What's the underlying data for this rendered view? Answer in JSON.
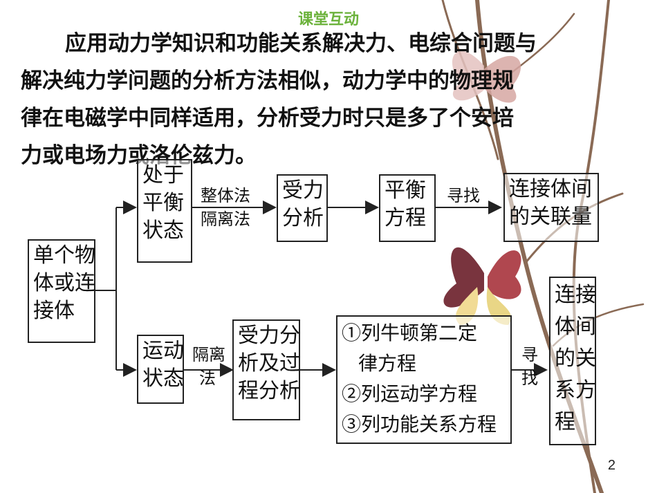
{
  "header": "课堂互动",
  "paragraph": [
    "应用动力学知识和功能关系解决力、电综合问题与",
    "解决纯力学问题的分析方法相似，动力学中的物理规",
    "律在电磁学中同样适用，分析受力时只是多了个安培",
    "力或电场力或洛伦兹力。"
  ],
  "flow": {
    "start": [
      "单个物",
      "体或连",
      "接体"
    ],
    "top": {
      "state": [
        "处于",
        "平衡",
        "状态"
      ],
      "method": [
        "整体法",
        "隔离法"
      ],
      "force": [
        "受力",
        "分析"
      ],
      "equation": [
        "平衡",
        "方程"
      ],
      "find": "寻找",
      "relation": [
        "连接体间",
        "的关联量"
      ]
    },
    "bottom": {
      "state": [
        "运动",
        "状态"
      ],
      "method": [
        "隔离",
        "法"
      ],
      "analysis": [
        "受力分",
        "析及过",
        "程分析"
      ],
      "equations": [
        "①列牛顿第二定",
        "律方程",
        "②列运动学方程",
        "③列功能关系方程"
      ],
      "find": [
        "寻",
        "找"
      ],
      "relation": [
        "连接",
        "体间",
        "的关",
        "系方",
        "程"
      ]
    }
  },
  "page_number": "2"
}
